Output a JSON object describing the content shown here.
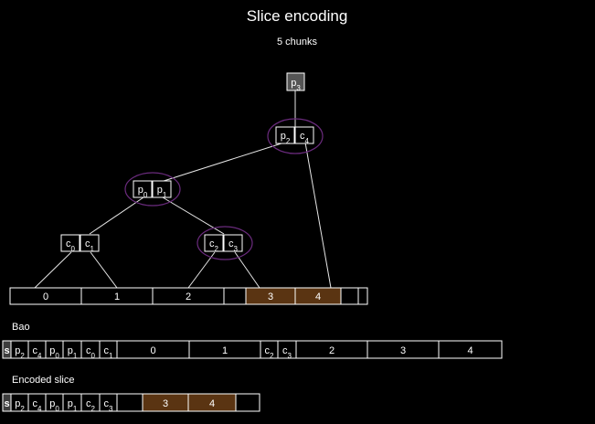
{
  "title": "Slice encoding",
  "subtitle": "5 chunks",
  "colors": {
    "background": "#000000",
    "stroke": "#ffffff",
    "node_fill": "#000000",
    "root_fill": "#555555",
    "highlight_fill": "#5a3412",
    "ellipse": "#6a2b7d"
  },
  "tree": {
    "root": {
      "base": "p",
      "sub": "3"
    },
    "level1": [
      {
        "base": "p",
        "sub": "2"
      },
      {
        "base": "c",
        "sub": "4"
      }
    ],
    "level2": [
      {
        "base": "p",
        "sub": "0"
      },
      {
        "base": "p",
        "sub": "1"
      }
    ],
    "level3_left": [
      {
        "base": "c",
        "sub": "0"
      },
      {
        "base": "c",
        "sub": "1"
      }
    ],
    "level3_right": [
      {
        "base": "c",
        "sub": "2"
      },
      {
        "base": "c",
        "sub": "3"
      }
    ]
  },
  "chunks_bar": {
    "labels": [
      "0",
      "1",
      "2",
      "",
      "3",
      "4",
      "",
      ""
    ],
    "highlighted": [
      false,
      false,
      false,
      false,
      true,
      true,
      false,
      false
    ]
  },
  "bao": {
    "label": "Bao",
    "cells": [
      {
        "text": "s",
        "sub": ""
      },
      {
        "text": "p",
        "sub": "2"
      },
      {
        "text": "c",
        "sub": "4"
      },
      {
        "text": "p",
        "sub": "0"
      },
      {
        "text": "p",
        "sub": "1"
      },
      {
        "text": "c",
        "sub": "0"
      },
      {
        "text": "c",
        "sub": "1"
      },
      {
        "text": "0",
        "sub": ""
      },
      {
        "text": "1",
        "sub": ""
      },
      {
        "text": "c",
        "sub": "2"
      },
      {
        "text": "c",
        "sub": "3"
      },
      {
        "text": "2",
        "sub": ""
      },
      {
        "text": "3",
        "sub": ""
      },
      {
        "text": "4",
        "sub": ""
      }
    ]
  },
  "encoded_slice": {
    "label": "Encoded slice",
    "cells": [
      {
        "text": "s",
        "sub": ""
      },
      {
        "text": "p",
        "sub": "2"
      },
      {
        "text": "c",
        "sub": "4"
      },
      {
        "text": "p",
        "sub": "0"
      },
      {
        "text": "p",
        "sub": "1"
      },
      {
        "text": "c",
        "sub": "2"
      },
      {
        "text": "c",
        "sub": "3"
      },
      {
        "text": "",
        "sub": ""
      },
      {
        "text": "3",
        "sub": ""
      },
      {
        "text": "4",
        "sub": ""
      },
      {
        "text": "",
        "sub": ""
      }
    ],
    "highlighted": [
      false,
      false,
      false,
      false,
      false,
      false,
      false,
      false,
      true,
      true,
      false
    ]
  }
}
